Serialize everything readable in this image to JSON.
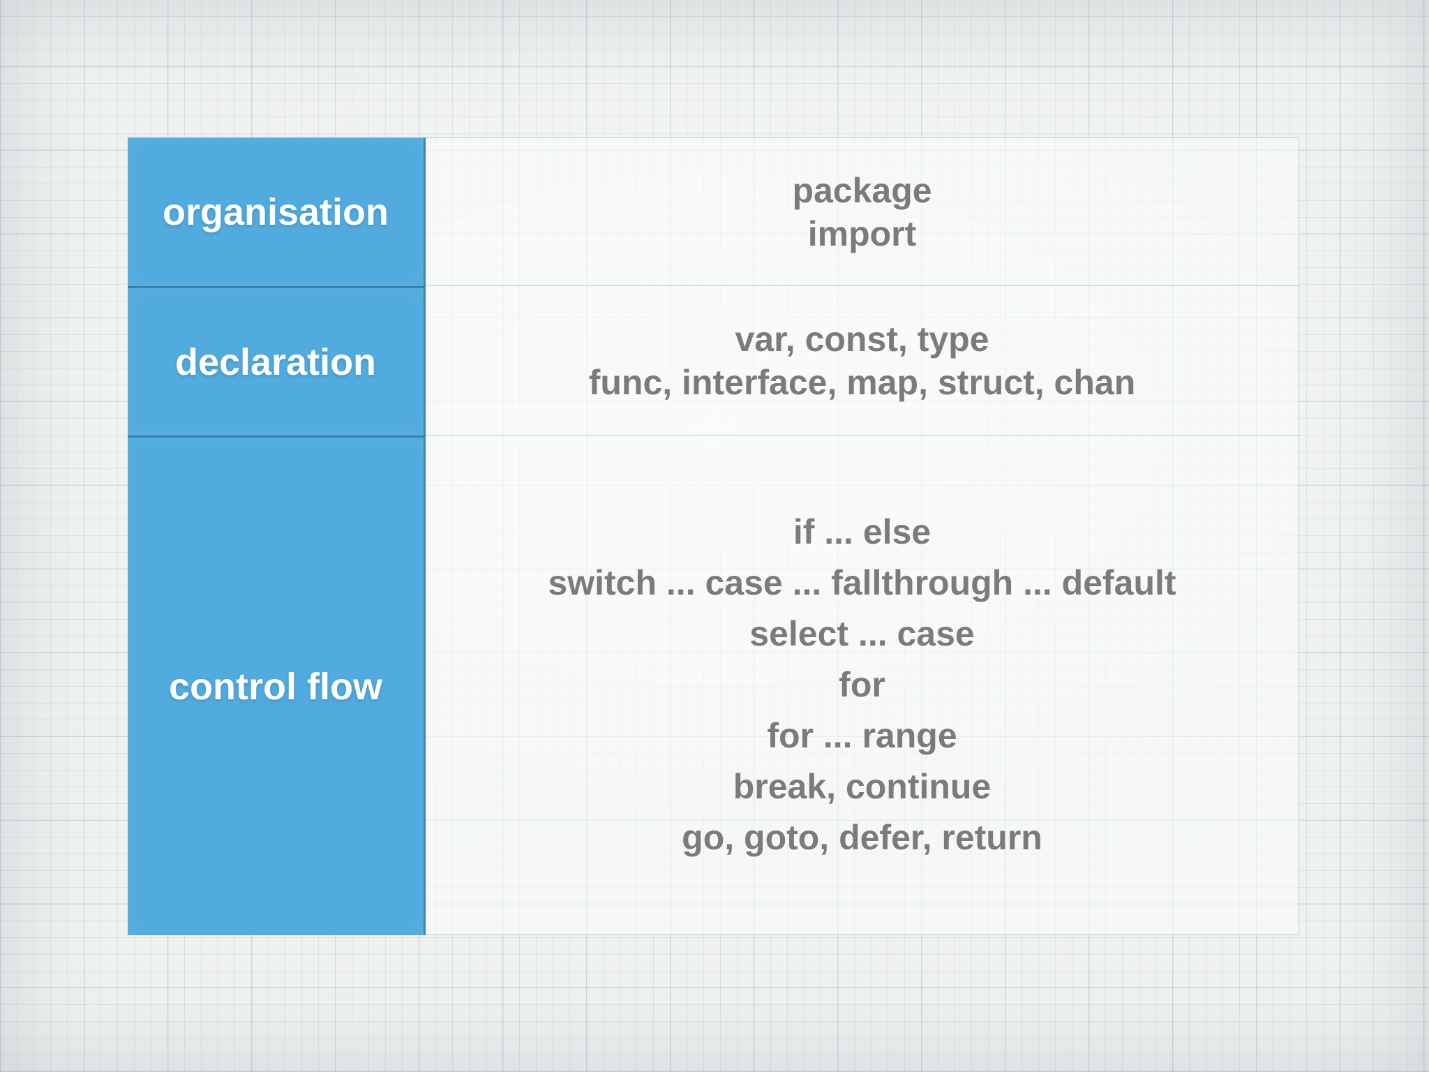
{
  "slide": {
    "colors": {
      "background": "#eff1f1",
      "accent_blue": "#51abdf",
      "text_gray": "#7b7b7b",
      "label_text": "#ffffff",
      "table_border": "#b7c9d8"
    },
    "table": {
      "rows": [
        {
          "category": "organisation",
          "keywords": [
            "package",
            "import"
          ]
        },
        {
          "category": "declaration",
          "keywords": [
            "var, const, type",
            "func, interface, map, struct, chan"
          ]
        },
        {
          "category": "control flow",
          "keywords": [
            "if ... else",
            "switch ... case ... fallthrough ... default",
            "select ... case",
            "for",
            "for ... range",
            "break, continue",
            "go, goto, defer, return"
          ]
        }
      ]
    }
  }
}
